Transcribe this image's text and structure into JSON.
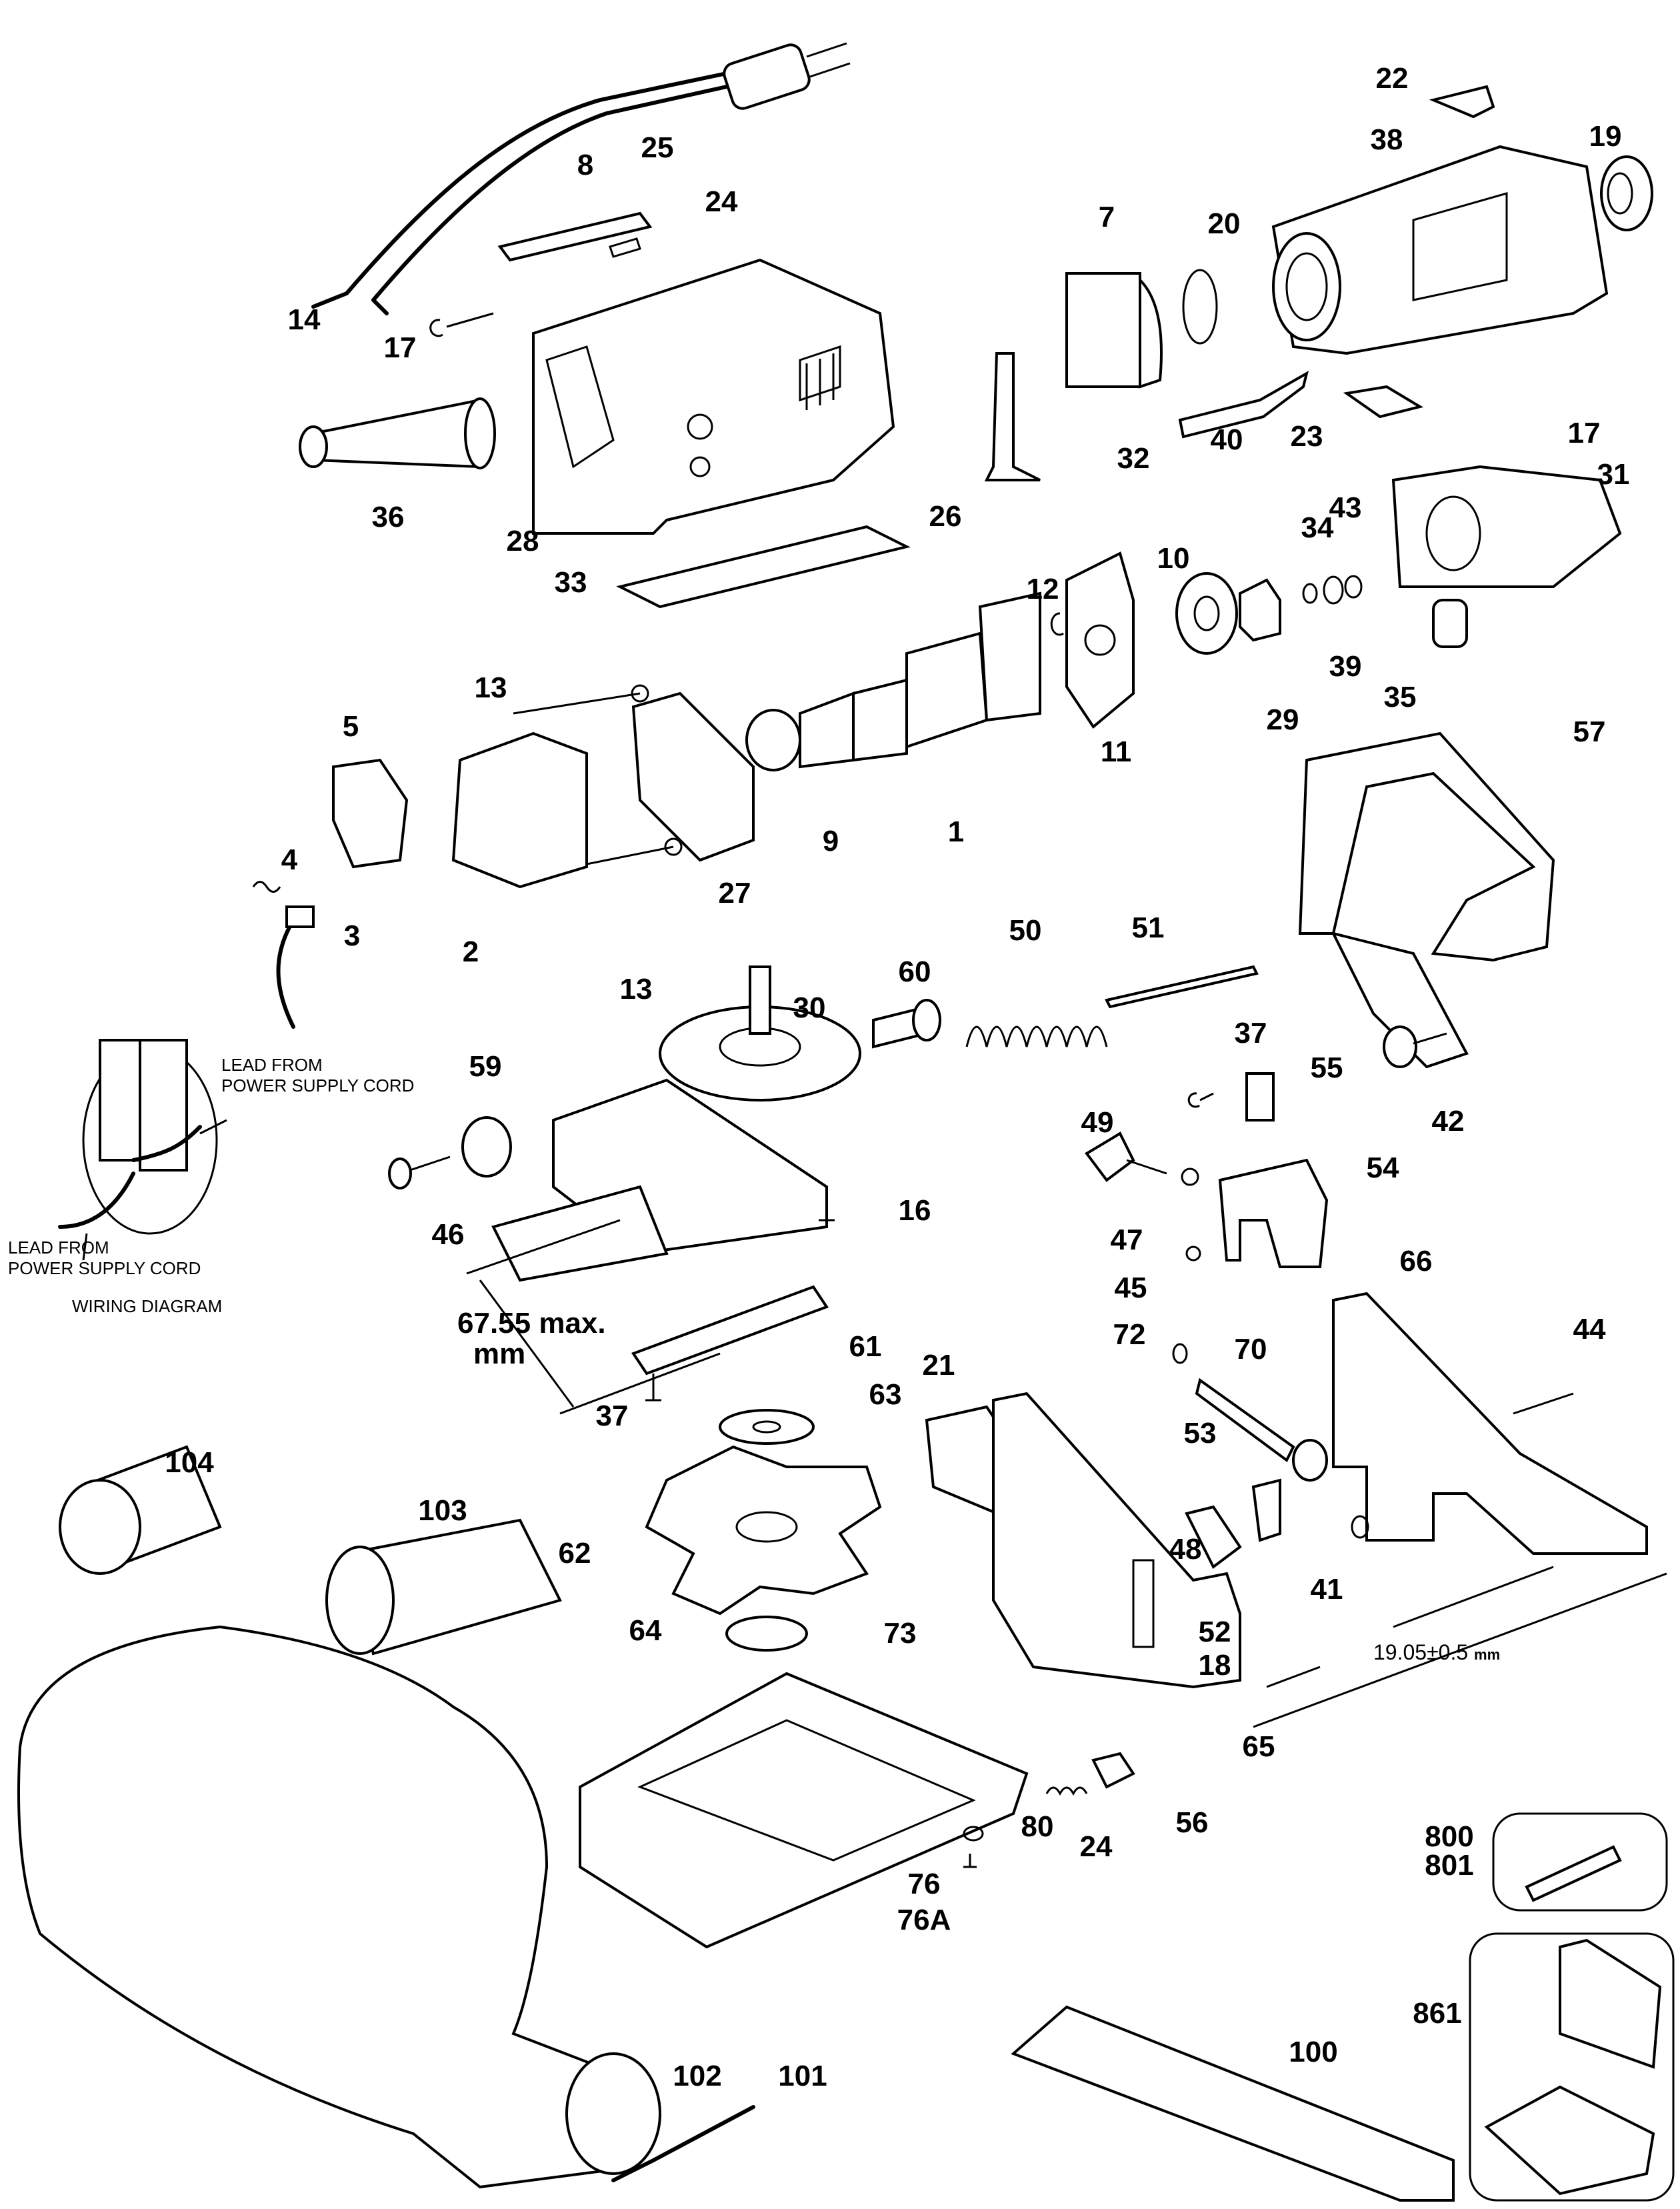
{
  "diagram": {
    "type": "exploded-parts-diagram",
    "subject": "plate joiner",
    "parts": [
      {
        "id": "p8",
        "label": "8"
      },
      {
        "id": "p25",
        "label": "25"
      },
      {
        "id": "p24a",
        "label": "24"
      },
      {
        "id": "p14",
        "label": "14"
      },
      {
        "id": "p17a",
        "label": "17"
      },
      {
        "id": "p36",
        "label": "36"
      },
      {
        "id": "p28",
        "label": "28"
      },
      {
        "id": "p33",
        "label": "33"
      },
      {
        "id": "p26",
        "label": "26"
      },
      {
        "id": "p32",
        "label": "32"
      },
      {
        "id": "p7",
        "label": "7"
      },
      {
        "id": "p20",
        "label": "20"
      },
      {
        "id": "p40",
        "label": "40"
      },
      {
        "id": "p23",
        "label": "23"
      },
      {
        "id": "p22",
        "label": "22"
      },
      {
        "id": "p38",
        "label": "38"
      },
      {
        "id": "p19",
        "label": "19"
      },
      {
        "id": "p17b",
        "label": "17"
      },
      {
        "id": "p31",
        "label": "31"
      },
      {
        "id": "p34",
        "label": "34"
      },
      {
        "id": "p43",
        "label": "43"
      },
      {
        "id": "p10",
        "label": "10"
      },
      {
        "id": "p12",
        "label": "12"
      },
      {
        "id": "p39",
        "label": "39"
      },
      {
        "id": "p35",
        "label": "35"
      },
      {
        "id": "p29",
        "label": "29"
      },
      {
        "id": "p11",
        "label": "11"
      },
      {
        "id": "p1",
        "label": "1"
      },
      {
        "id": "p9",
        "label": "9"
      },
      {
        "id": "p27",
        "label": "27"
      },
      {
        "id": "p13a",
        "label": "13"
      },
      {
        "id": "p13b",
        "label": "13"
      },
      {
        "id": "p5",
        "label": "5"
      },
      {
        "id": "p4",
        "label": "4"
      },
      {
        "id": "p3",
        "label": "3"
      },
      {
        "id": "p2",
        "label": "2"
      },
      {
        "id": "p57",
        "label": "57"
      },
      {
        "id": "p42",
        "label": "42"
      },
      {
        "id": "p60",
        "label": "60"
      },
      {
        "id": "p50",
        "label": "50"
      },
      {
        "id": "p51",
        "label": "51"
      },
      {
        "id": "p30",
        "label": "30"
      },
      {
        "id": "p59",
        "label": "59"
      },
      {
        "id": "p46",
        "label": "46"
      },
      {
        "id": "p16",
        "label": "16"
      },
      {
        "id": "p37a",
        "label": "37"
      },
      {
        "id": "p55",
        "label": "55"
      },
      {
        "id": "p49",
        "label": "49"
      },
      {
        "id": "p47",
        "label": "47"
      },
      {
        "id": "p54",
        "label": "54"
      },
      {
        "id": "p45",
        "label": "45"
      },
      {
        "id": "p66",
        "label": "66"
      },
      {
        "id": "p44",
        "label": "44"
      },
      {
        "id": "p61",
        "label": "61"
      },
      {
        "id": "p37b",
        "label": "37"
      },
      {
        "id": "p63",
        "label": "63"
      },
      {
        "id": "p21",
        "label": "21"
      },
      {
        "id": "p72",
        "label": "72"
      },
      {
        "id": "p70",
        "label": "70"
      },
      {
        "id": "p53",
        "label": "53"
      },
      {
        "id": "p48",
        "label": "48"
      },
      {
        "id": "p62",
        "label": "62"
      },
      {
        "id": "p64",
        "label": "64"
      },
      {
        "id": "p104",
        "label": "104"
      },
      {
        "id": "p103",
        "label": "103"
      },
      {
        "id": "p73",
        "label": "73"
      },
      {
        "id": "p52",
        "label": "52"
      },
      {
        "id": "p18",
        "label": "18"
      },
      {
        "id": "p41",
        "label": "41"
      },
      {
        "id": "p65",
        "label": "65"
      },
      {
        "id": "p24b",
        "label": "24"
      },
      {
        "id": "p56",
        "label": "56"
      },
      {
        "id": "p80",
        "label": "80"
      },
      {
        "id": "p76",
        "label": "76"
      },
      {
        "id": "p76A",
        "label": "76A"
      },
      {
        "id": "p800",
        "label": "800"
      },
      {
        "id": "p801",
        "label": "801"
      },
      {
        "id": "p102",
        "label": "102"
      },
      {
        "id": "p101",
        "label": "101"
      },
      {
        "id": "p100",
        "label": "100"
      },
      {
        "id": "p861",
        "label": "861"
      }
    ],
    "wiring": {
      "lead_top_line1": "LEAD FROM",
      "lead_top_line2": "POWER SUPPLY CORD",
      "lead_bottom_line1": "LEAD FROM",
      "lead_bottom_line2": "POWER SUPPLY CORD",
      "caption": "WIRING DIAGRAM"
    },
    "dimensions": {
      "blade_depth_value": "67.55 max.",
      "blade_depth_unit": "mm",
      "fence_height_value": "19.05±0.5",
      "fence_height_unit": "mm"
    }
  }
}
